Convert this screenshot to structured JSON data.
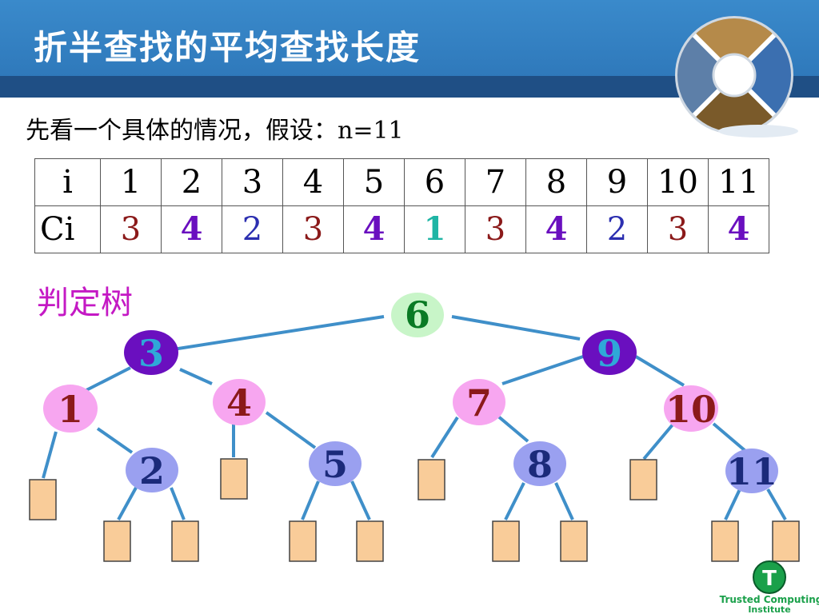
{
  "title": "折半查找的平均查找长度",
  "intro": "先看一个具体的情况，假设：n=11",
  "table": {
    "row1_header": "i",
    "row2_header": "Ci",
    "i": [
      "1",
      "2",
      "3",
      "4",
      "5",
      "6",
      "7",
      "8",
      "9",
      "10",
      "11"
    ],
    "ci": [
      "3",
      "4",
      "2",
      "3",
      "4",
      "1",
      "3",
      "4",
      "2",
      "3",
      "4"
    ]
  },
  "tree_label": "判定树",
  "nodes": {
    "n1": "1",
    "n2": "2",
    "n3": "3",
    "n4": "4",
    "n5": "5",
    "n6": "6",
    "n7": "7",
    "n8": "8",
    "n9": "9",
    "n10": "10",
    "n11": "11"
  },
  "colors": {
    "header": "#3a8acb",
    "header_band": "#1f4f85",
    "node_root": "#c8f5c8",
    "node_dark_purple": "#6a0fbf",
    "node_pink": "#f7a6f0",
    "node_lavender": "#9aa0f0",
    "leaf": "#f9cc99",
    "edge": "#3f8fc9"
  },
  "logo": {
    "letter": "T",
    "text_line1": "Trusted Computing",
    "text_line2": "Institute"
  }
}
